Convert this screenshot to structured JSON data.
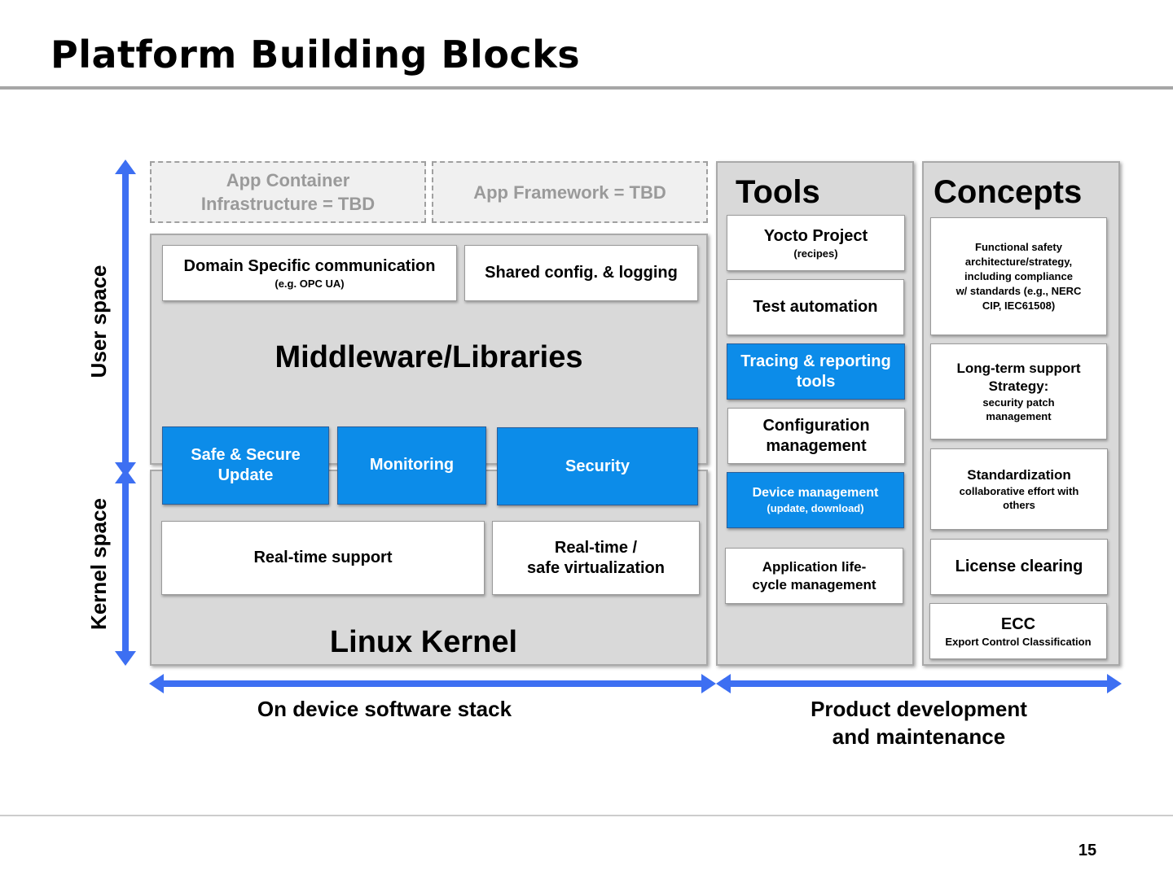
{
  "slide": {
    "title": "Platform Building Blocks",
    "page_number": "15"
  },
  "side_labels": {
    "user_space": "User space",
    "kernel_space": "Kernel space"
  },
  "app_layer": {
    "container": "App Container\nInfrastructure = TBD",
    "framework": "App Framework = TBD"
  },
  "middleware": {
    "title": "Middleware/Libraries",
    "domain_comm": "Domain Specific communication",
    "domain_comm_sub": "(e.g. OPC UA)",
    "shared_config": "Shared config. & logging"
  },
  "crosscutting": {
    "safe_update": "Safe & Secure\nUpdate",
    "monitoring": "Monitoring",
    "security": "Security"
  },
  "kernel": {
    "title": "Linux Kernel",
    "realtime_support": "Real-time support",
    "realtime_virt": "Real-time /\nsafe virtualization"
  },
  "tools": {
    "heading": "Tools",
    "yocto": "Yocto Project",
    "yocto_sub": "(recipes)",
    "test_automation": "Test automation",
    "tracing": "Tracing & reporting\ntools",
    "config_mgmt": "Configuration\nmanagement",
    "device_mgmt": "Device management",
    "device_mgmt_sub": "(update, download)",
    "app_lifecycle": "Application life-\ncycle management"
  },
  "concepts": {
    "heading": "Concepts",
    "functional_safety": "Functional safety\narchitecture/strategy,\nincluding compliance\nw/ standards  (e.g., NERC\nCIP, IEC61508)",
    "lts": "Long-term support\nStrategy:",
    "lts_sub": "security patch\nmanagement",
    "standardization": "Standardization",
    "standardization_sub": "collaborative effort with\nothers",
    "license": "License clearing",
    "ecc": "ECC",
    "ecc_sub": "Export Control Classification"
  },
  "bottom_labels": {
    "on_device": "On device software stack",
    "product_dev": "Product development\nand maintenance"
  },
  "colors": {
    "accent_blue": "#0c8ce9",
    "arrow_blue": "#3d6ff2",
    "panel_gray": "#d9d9d9"
  }
}
